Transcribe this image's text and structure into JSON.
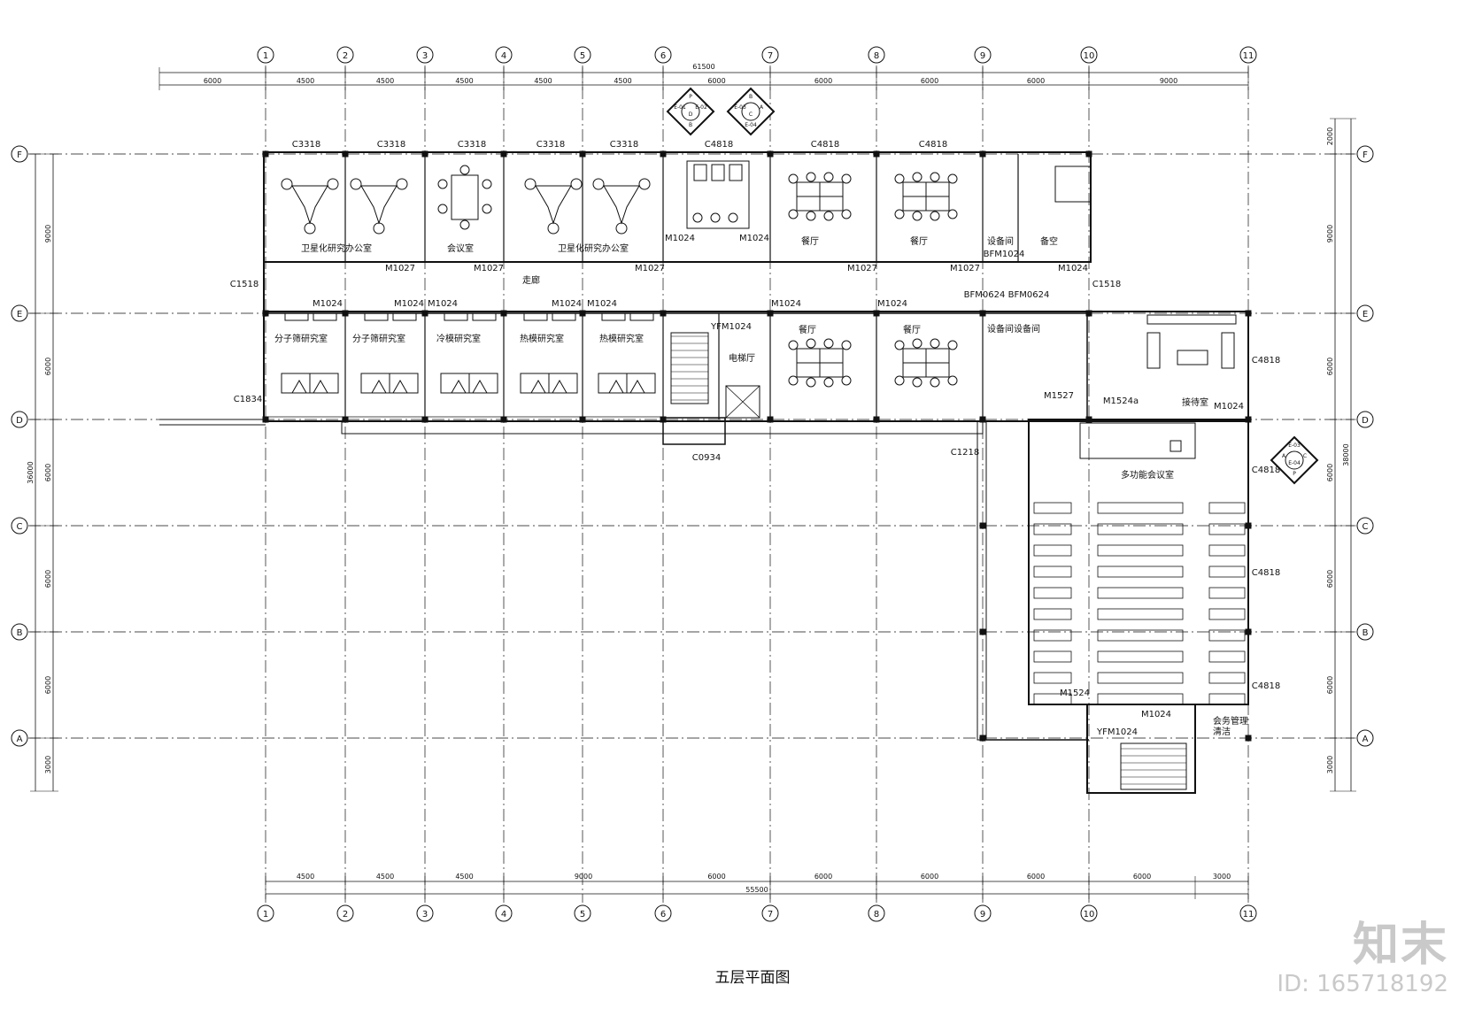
{
  "drawing": {
    "title": "五层平面图",
    "overall_top": "61500",
    "overall_bottom": "55500",
    "overall_left": "36000",
    "overall_right": "38000"
  },
  "axes": {
    "columns": [
      "1",
      "2",
      "3",
      "4",
      "5",
      "6",
      "7",
      "8",
      "9",
      "10",
      "11"
    ],
    "rows": [
      "F",
      "E",
      "D",
      "C",
      "B",
      "A"
    ]
  },
  "dims": {
    "top": [
      "6000",
      "4500",
      "4500",
      "4500",
      "4500",
      "4500",
      "6000",
      "6000",
      "6000",
      "6000",
      "9000"
    ],
    "bottom": [
      "4500",
      "4500",
      "4500",
      "9000",
      "6000",
      "6000",
      "6000",
      "6000",
      "6000",
      "3000"
    ],
    "left": [
      "9000",
      "6000",
      "6000",
      "6000",
      "6000",
      "3000"
    ],
    "right": [
      "2000",
      "9000",
      "6000",
      "6000",
      "6000",
      "6000",
      "3000"
    ]
  },
  "rooms": [
    "卫星化研究办公室",
    "会议室",
    "卫星化研究办公室",
    "餐厅",
    "餐厅",
    "设备间",
    "备空",
    "走廊",
    "分子筛研究室",
    "分子筛研究室",
    "冷模研究室",
    "热模研究室",
    "热模研究室",
    "电梯厅",
    "餐厅",
    "餐厅",
    "设备间",
    "设备间",
    "接待室",
    "多功能会议室",
    "会务管理",
    "清洁"
  ],
  "openings": [
    "C3318",
    "C3318",
    "C3318",
    "C3318",
    "C3318",
    "C4818",
    "C4818",
    "C4818",
    "M1027",
    "M1027",
    "M1027",
    "M1024",
    "M1024",
    "M1027",
    "M1027",
    "M1024",
    "BFM1024",
    "C1518",
    "C1518",
    "BFM0624",
    "BFM0624",
    "M1024",
    "M1024",
    "M1024",
    "M1024",
    "M1024",
    "YFM1024",
    "M1024",
    "M1024",
    "C1834",
    "C0934",
    "M1527",
    "M1524a",
    "M1024",
    "C4818",
    "C1218",
    "C4818",
    "C4818",
    "C4818",
    "M1524",
    "M1024",
    "YFM1024"
  ],
  "index_marks": [
    "P",
    "E-01",
    "E-02",
    "D",
    "B",
    "E-03",
    "A",
    "C",
    "E-04"
  ],
  "watermark": {
    "logo": "知末",
    "id": "ID: 165718192"
  }
}
